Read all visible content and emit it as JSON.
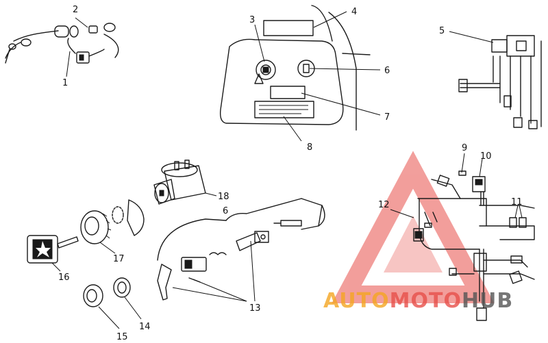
{
  "callouts": {
    "c1": "1",
    "c2": "2",
    "c3": "3",
    "c4": "4",
    "c5": "5",
    "c6a": "6",
    "c6b": "6",
    "c7": "7",
    "c8": "8",
    "c9": "9",
    "c10": "10",
    "c11": "11",
    "c12": "12",
    "c13": "13",
    "c14": "14",
    "c15": "15",
    "c16": "16",
    "c17": "17",
    "c18": "18"
  },
  "watermark": {
    "part1": "AUTO",
    "part2": "MOTO",
    "part3": "HUB",
    "color_primary": "#f5a623",
    "color_triangle": "#e8504a",
    "color_dark": "#555555"
  }
}
